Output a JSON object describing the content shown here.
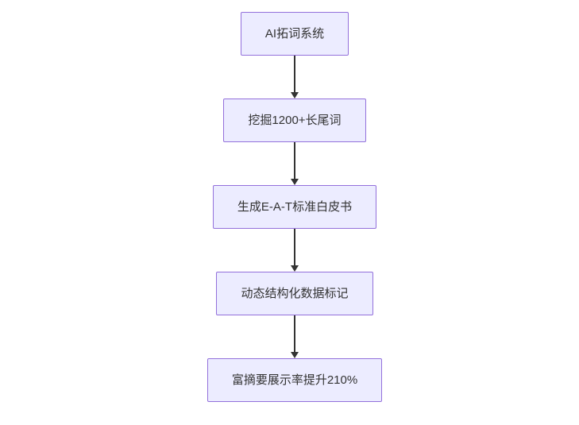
{
  "diagram": {
    "type": "flowchart",
    "direction": "top-down",
    "nodes": [
      {
        "label": "AI拓词系统"
      },
      {
        "label": "挖掘1200+长尾词"
      },
      {
        "label": "生成E-A-T标准白皮书"
      },
      {
        "label": "动态结构化数据标记"
      },
      {
        "label": "富摘要展示率提升210%"
      }
    ],
    "edges": [
      {
        "from": 0,
        "to": 1
      },
      {
        "from": 1,
        "to": 2
      },
      {
        "from": 2,
        "to": 3
      },
      {
        "from": 3,
        "to": 4
      }
    ],
    "colors": {
      "node_fill": "#ECECFF",
      "node_border": "#9370DB",
      "node_text": "#333333",
      "arrow": "#333333",
      "background": "#FFFFFF"
    }
  }
}
